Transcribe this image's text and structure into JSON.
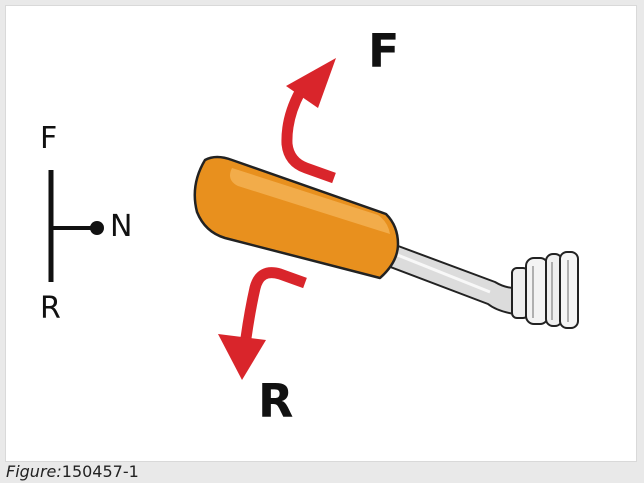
{
  "diagram": {
    "selector": {
      "forward_label": "F",
      "neutral_label": "N",
      "reverse_label": "R"
    },
    "arrows": {
      "forward_label": "F",
      "reverse_label": "R",
      "color": "#d9252b"
    },
    "lever": {
      "knob_color": "#e8901e",
      "shaft_color": "#d7d7d7"
    }
  },
  "caption": {
    "prefix": "Figure:",
    "id": "150457-1"
  }
}
